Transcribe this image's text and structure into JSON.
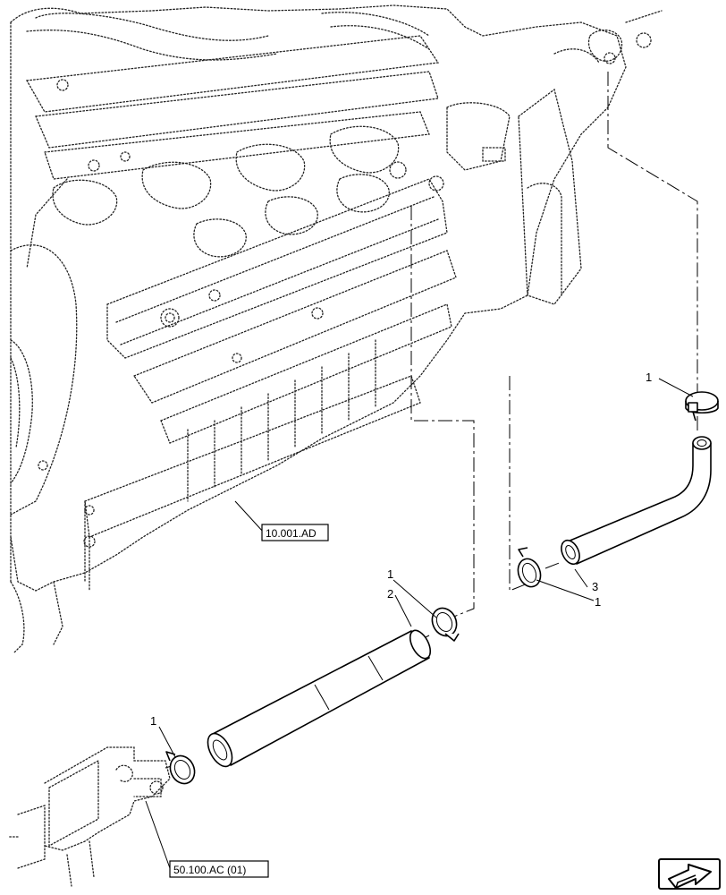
{
  "callouts": {
    "clamp_top": "1",
    "hose_3": "3",
    "clamp_mid_right": "1",
    "clamp_mid": "1",
    "hose_2": "2",
    "clamp_bottom": "1"
  },
  "references": {
    "engine_block": "10.001.AD",
    "fitting": "50.100.AC (01)"
  },
  "icons": {
    "corner": "next-page-arrow-icon"
  },
  "colors": {
    "line": "#000000",
    "background": "#ffffff"
  }
}
